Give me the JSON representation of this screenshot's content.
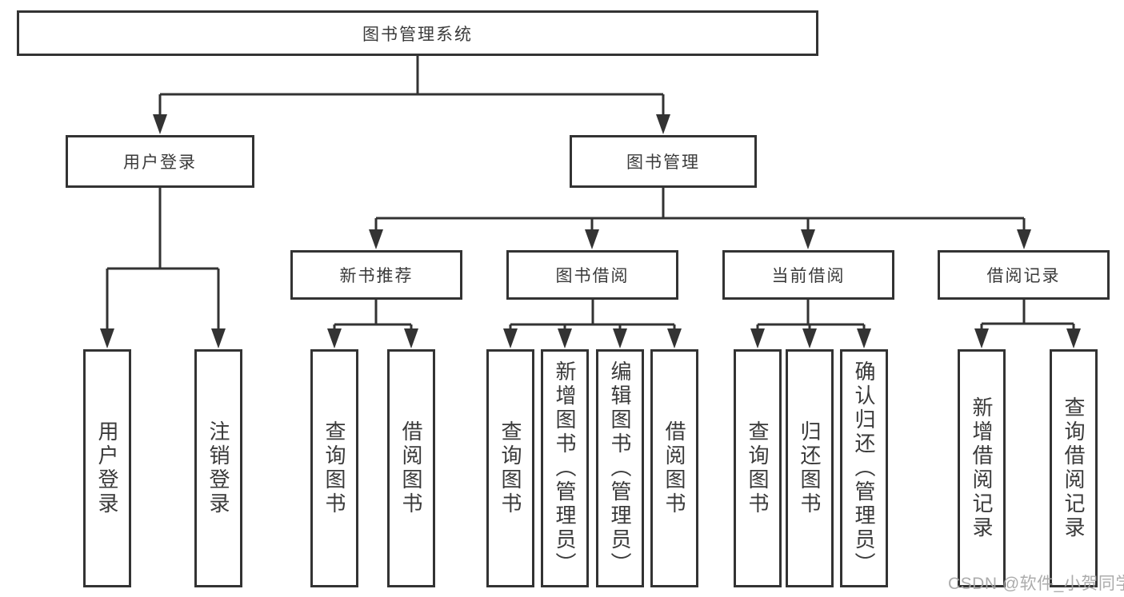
{
  "diagram_title": "图书管理系统",
  "colors": {
    "background": "#ffffff",
    "line": "#333333",
    "text": "#3a3a3a",
    "watermark": "#a5a5a5"
  },
  "watermark": {
    "text": "CSDN @软件_小贺同学"
  },
  "tree": {
    "root": "图书管理系统",
    "children": [
      {
        "label": "用户登录",
        "children": [
          {
            "label": "用户登录"
          },
          {
            "label": "注销登录"
          }
        ]
      },
      {
        "label": "图书管理",
        "children": [
          {
            "label": "新书推荐",
            "children": [
              {
                "label": "查询图书"
              },
              {
                "label": "借阅图书"
              }
            ]
          },
          {
            "label": "图书借阅",
            "children": [
              {
                "label": "查询图书"
              },
              {
                "label": "新增图书（管理员）"
              },
              {
                "label": "编辑图书（管理员）"
              },
              {
                "label": "借阅图书"
              }
            ]
          },
          {
            "label": "当前借阅",
            "children": [
              {
                "label": "查询图书"
              },
              {
                "label": "归还图书"
              },
              {
                "label": "确认归还（管理员）"
              }
            ]
          },
          {
            "label": "借阅记录",
            "children": [
              {
                "label": "新增借阅记录"
              },
              {
                "label": "查询借阅记录"
              }
            ]
          }
        ]
      }
    ]
  }
}
